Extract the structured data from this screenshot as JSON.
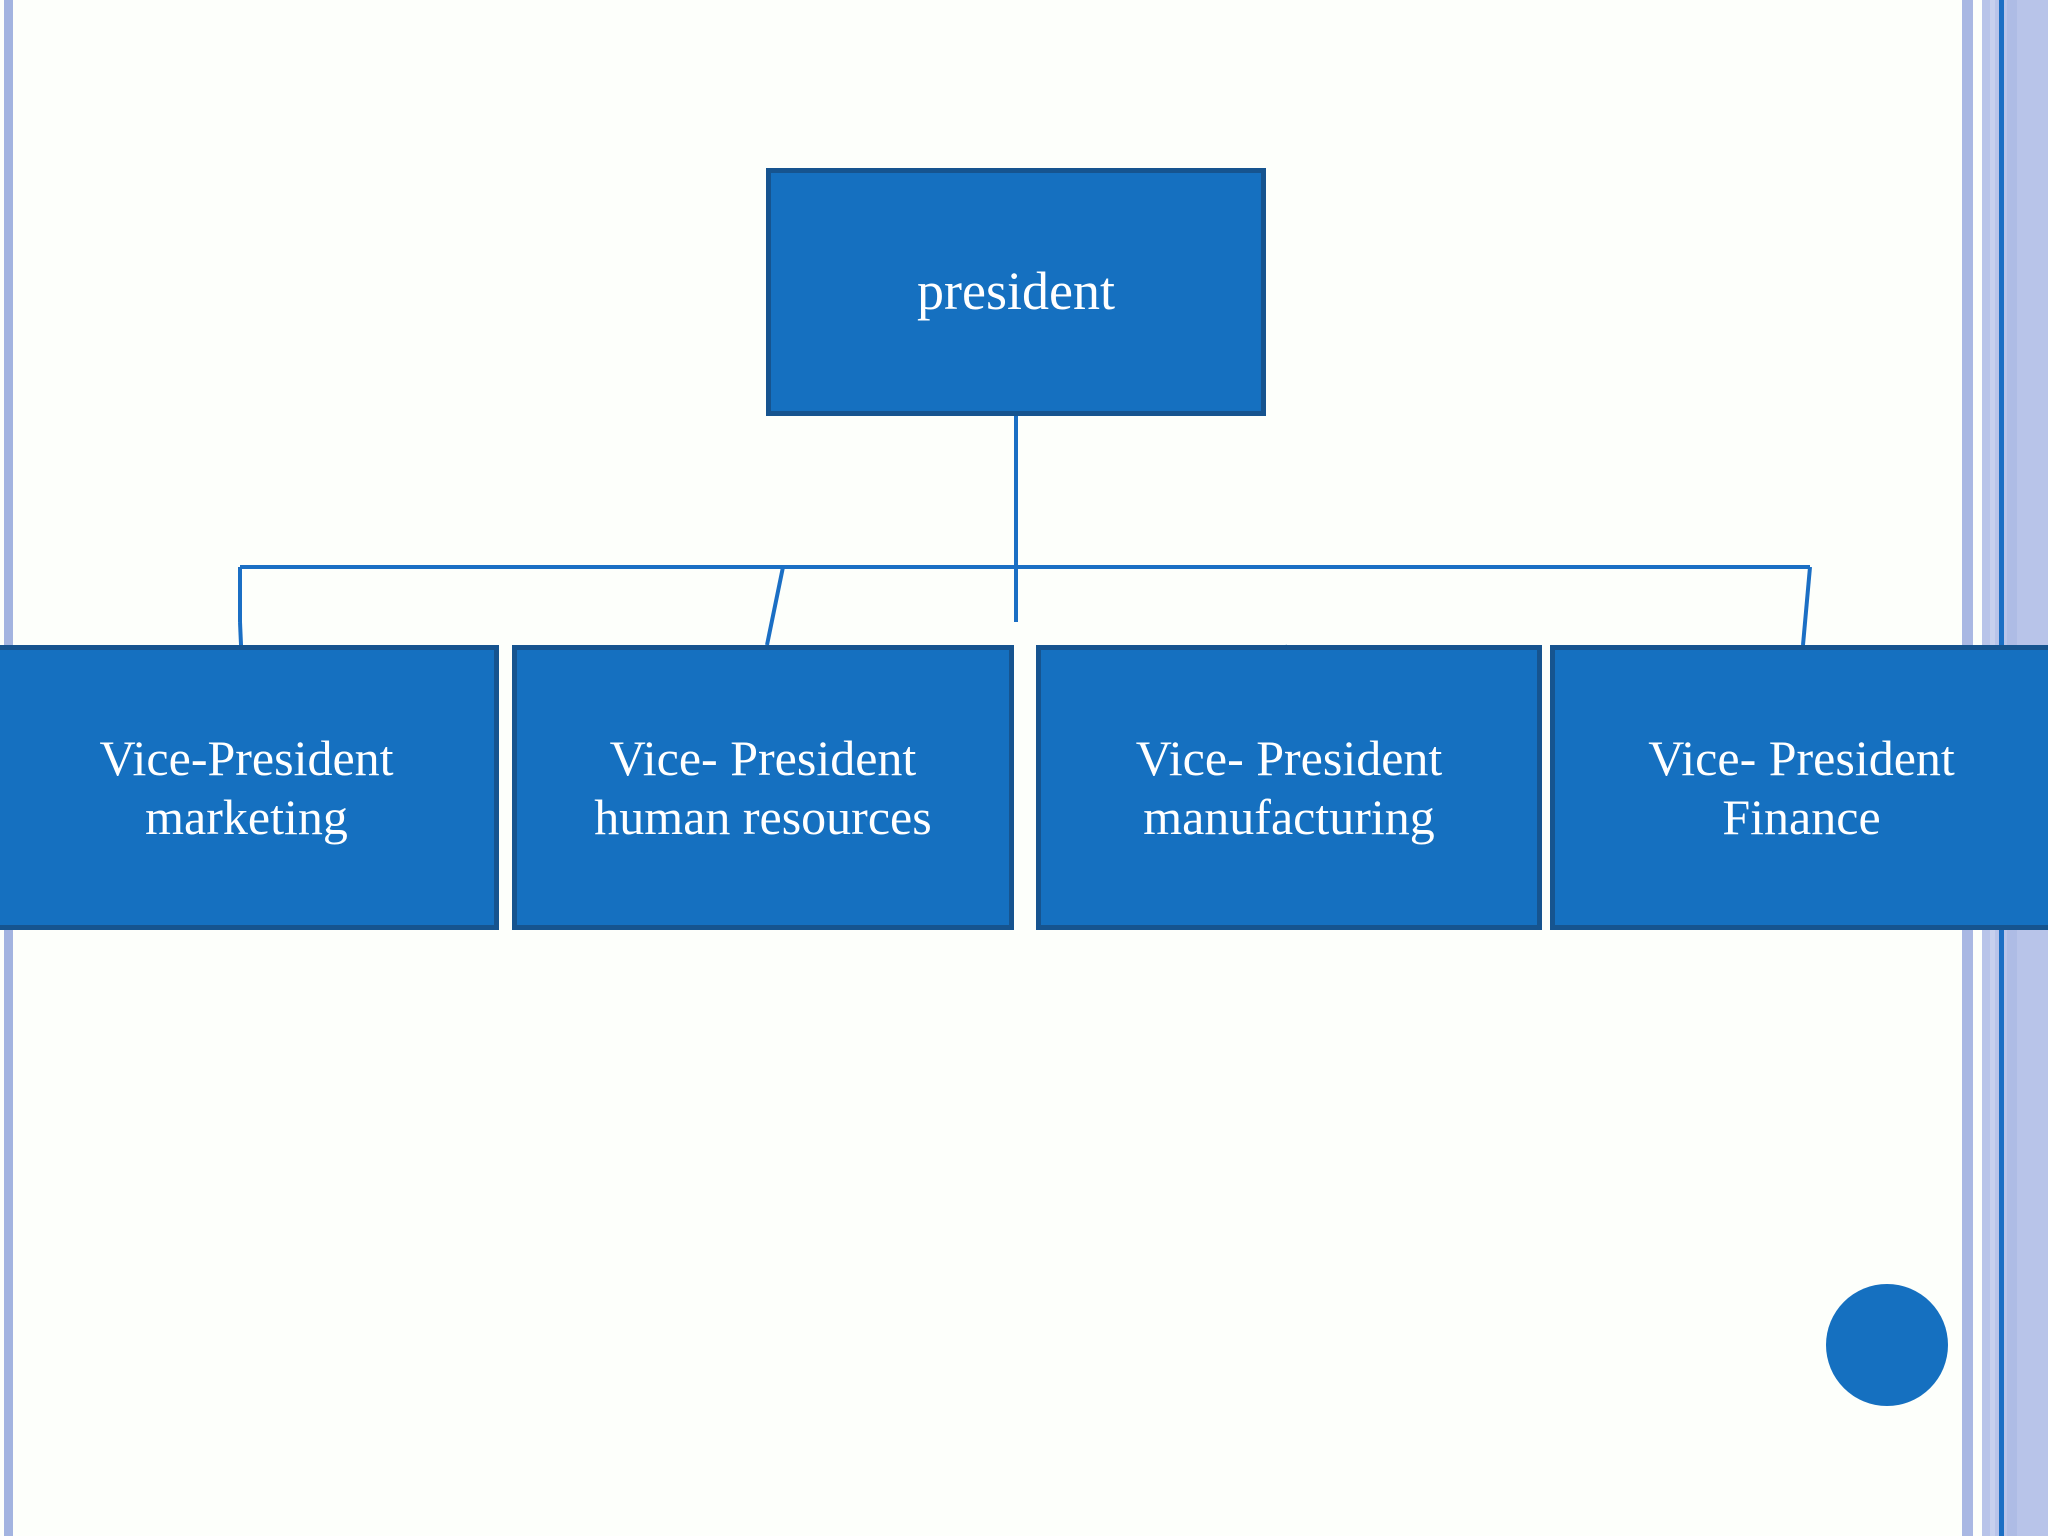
{
  "slide": {
    "background_color": "#fdfffb",
    "accent_color": "#1570c0",
    "border_color": "#16548f",
    "connector_color": "#1b6fc4",
    "stripe_color": "#a3b4e0"
  },
  "chart_data": {
    "type": "diagram",
    "diagram_type": "organizational-chart",
    "title": "",
    "root": {
      "id": "president",
      "label": "president",
      "children_ids": [
        "vp-marketing",
        "vp-human-resources",
        "vp-manufacturing",
        "vp-finance"
      ]
    },
    "nodes": [
      {
        "id": "president",
        "label": "president",
        "level": 0
      },
      {
        "id": "vp-marketing",
        "label": "Vice-President\nmarketing",
        "level": 1
      },
      {
        "id": "vp-human-resources",
        "label": "Vice- President\nhuman resources",
        "level": 1
      },
      {
        "id": "vp-manufacturing",
        "label": "Vice- President\nmanufacturing",
        "level": 1
      },
      {
        "id": "vp-finance",
        "label": "Vice- President\nFinance",
        "level": 1
      }
    ],
    "edges": [
      {
        "from": "president",
        "to": "vp-marketing"
      },
      {
        "from": "president",
        "to": "vp-human-resources"
      },
      {
        "from": "president",
        "to": "vp-manufacturing"
      },
      {
        "from": "president",
        "to": "vp-finance"
      }
    ]
  },
  "decor": {
    "circle_name": "accent-circle"
  }
}
